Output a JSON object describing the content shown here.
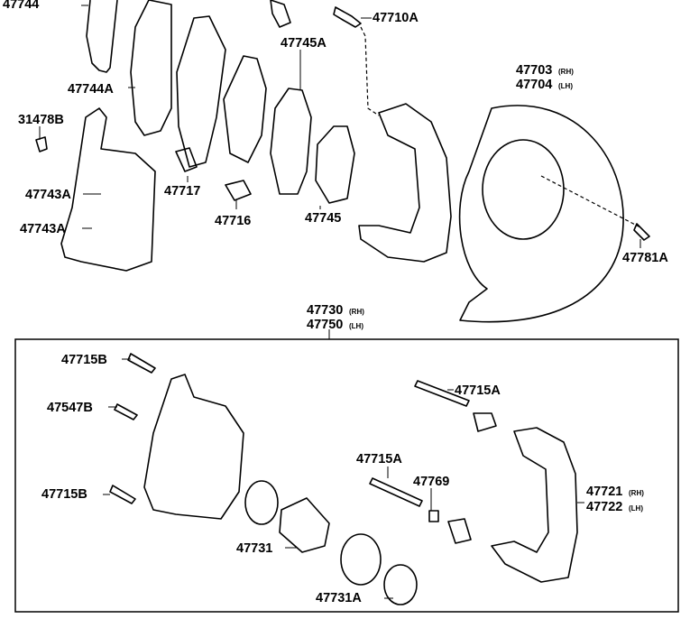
{
  "labels": {
    "l47744": "47744",
    "l47710A": "47710A",
    "l47744A": "47744A",
    "l47745A": "47745A",
    "l47703": "47703",
    "l47703_side": "(RH)",
    "l47704": "47704",
    "l47704_side": "(LH)",
    "l31478B": "31478B",
    "l47743A_1": "47743A",
    "l47743A_2": "47743A",
    "l47717": "47717",
    "l47716": "47716",
    "l47745": "47745",
    "l47781A": "47781A",
    "l47730": "47730",
    "l47730_side": "(RH)",
    "l47750": "47750",
    "l47750_side": "(LH)",
    "l47715B_1": "47715B",
    "l47547B": "47547B",
    "l47715A_1": "47715A",
    "l47715A_2": "47715A",
    "l47769": "47769",
    "l47721": "47721",
    "l47721_side": "(RH)",
    "l47722": "47722",
    "l47722_side": "(LH)",
    "l47715B_2": "47715B",
    "l47731": "47731",
    "l47731A": "47731A"
  }
}
